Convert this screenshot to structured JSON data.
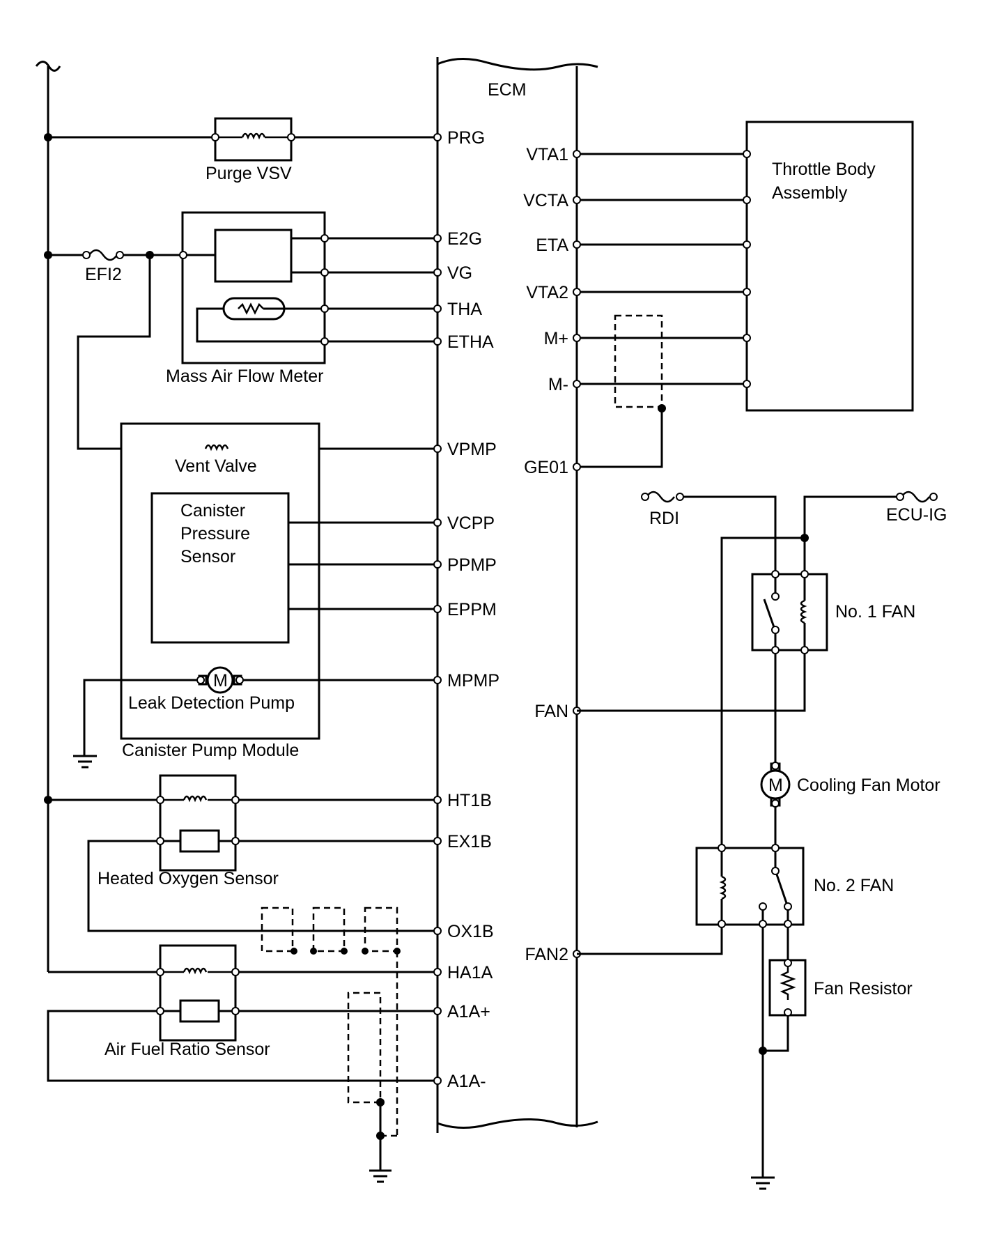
{
  "ecm": {
    "title": "ECM"
  },
  "components": {
    "purge_vsv": "Purge VSV",
    "efi2": "EFI2",
    "mass_air_flow_meter": "Mass Air Flow Meter",
    "vent_valve": "Vent Valve",
    "canister_pressure_sensor": [
      "Canister",
      "Pressure",
      "Sensor"
    ],
    "leak_detection_pump": "Leak Detection Pump",
    "canister_pump_module": "Canister Pump Module",
    "heated_oxygen_sensor": "Heated Oxygen Sensor",
    "air_fuel_ratio_sensor": "Air Fuel Ratio Sensor",
    "throttle_body_assembly": [
      "Throttle Body",
      "Assembly"
    ],
    "rdi": "RDI",
    "ecu_ig": "ECU-IG",
    "no1_fan": "No. 1 FAN",
    "no2_fan": "No. 2 FAN",
    "cooling_fan_motor": "Cooling Fan Motor",
    "fan_resistor": "Fan Resistor",
    "motor_symbol": "M"
  },
  "ecm_left_terminals": [
    "PRG",
    "E2G",
    "VG",
    "THA",
    "ETHA",
    "VPMP",
    "VCPP",
    "PPMP",
    "EPPM",
    "MPMP",
    "HT1B",
    "EX1B",
    "OX1B",
    "HA1A",
    "A1A+",
    "A1A-"
  ],
  "ecm_right_terminals": [
    "VTA1",
    "VCTA",
    "ETA",
    "VTA2",
    "M+",
    "M-",
    "GE01",
    "FAN",
    "FAN2"
  ]
}
